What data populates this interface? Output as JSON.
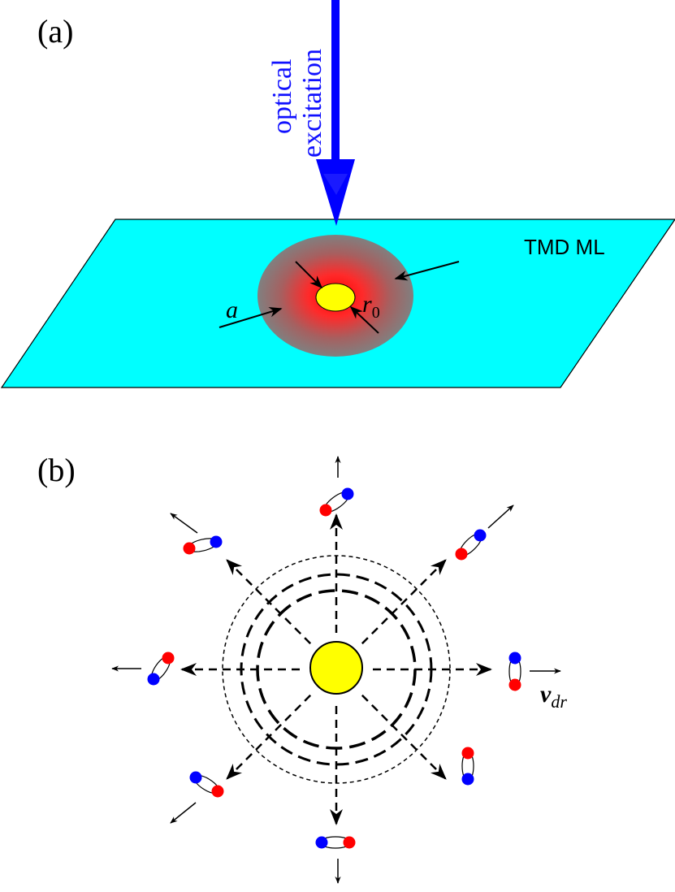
{
  "panel_a": {
    "label": "(a)",
    "excitation_line1": "optical",
    "excitation_line2": "excitation",
    "layer_label": "TMD ML",
    "radius_a": "a",
    "radius_r0_base": "r",
    "radius_r0_sub": "0",
    "colors": {
      "layer": "#00ffff",
      "beam": "#0000ff",
      "spot": "#ffff00",
      "hot": "#ff1a1a",
      "halo": "#808080"
    }
  },
  "panel_b": {
    "label": "(b)",
    "velocity_base": "v",
    "velocity_sub": "dr",
    "colors": {
      "electron": "#0000ff",
      "hole": "#ff0000",
      "center": "#ffff00"
    }
  }
}
